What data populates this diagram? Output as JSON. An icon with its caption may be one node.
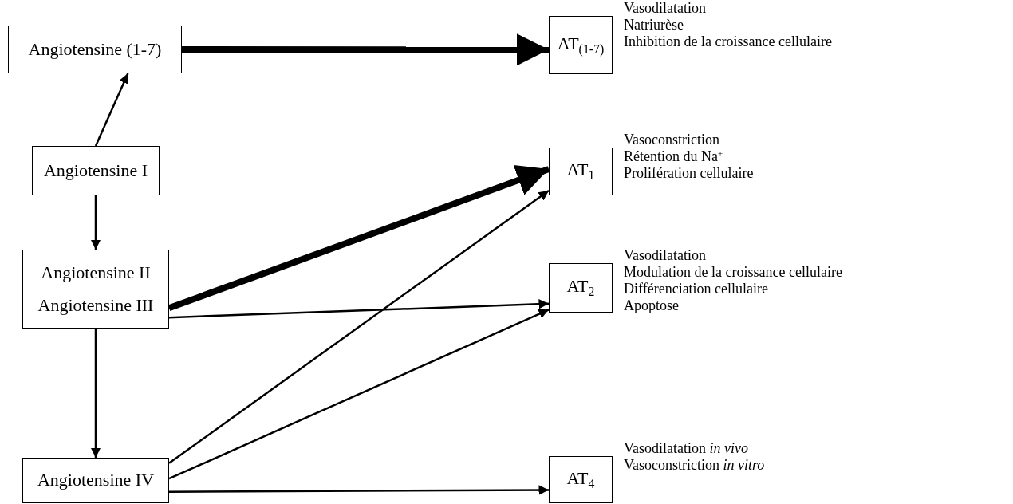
{
  "diagram": {
    "nodes": [
      {
        "text": [
          "Angiotensine (1-7)"
        ]
      },
      {
        "text": [
          "Angiotensine I"
        ]
      },
      {
        "text": [
          "Angiotensine II",
          "Angiotensine III"
        ]
      },
      {
        "text": [
          "Angiotensine IV"
        ]
      },
      {
        "text": [
          "AT$_{(1-7)}$"
        ],
        "beside": [
          "Vasodilatation",
          "Natriurèse",
          "Inhibition de la croissance cellulaire"
        ]
      },
      {
        "text": [
          "AT$_{1}$"
        ],
        "beside": [
          "Vasoconstriction",
          "Rétention du Na$^{+}$",
          "Prolifération cellulaire"
        ]
      },
      {
        "text": [
          "AT$_{2}$"
        ],
        "beside": [
          "Vasodilatation",
          "Modulation de la croissance cellulaire",
          "Différenciation cellulaire",
          "Apoptose"
        ]
      },
      {
        "text": [
          "AT$_{4}$"
        ],
        "beside": [
          "Vasodilatation *in vivo*",
          "Vasoconstriction *in vitro*"
        ]
      }
    ],
    "edges": [
      {
        "from": 1,
        "to": 0,
        "arrow": "to"
      },
      {
        "from": 1,
        "to": 2,
        "arrow": "to"
      },
      {
        "from": 2,
        "to": 3,
        "arrow": "to"
      },
      {
        "from": 0,
        "to": 4,
        "arrow": "to",
        "style": "thick"
      },
      {
        "from": 2,
        "to": 5,
        "arrow": "to",
        "style": "thick"
      },
      {
        "from": 2,
        "to": 6,
        "arrow": "to"
      },
      {
        "from": 3,
        "to": 5,
        "arrow": "to"
      },
      {
        "from": 3,
        "to": 6,
        "arrow": "to"
      },
      {
        "from": 3,
        "to": 7,
        "arrow": "to"
      }
    ]
  }
}
